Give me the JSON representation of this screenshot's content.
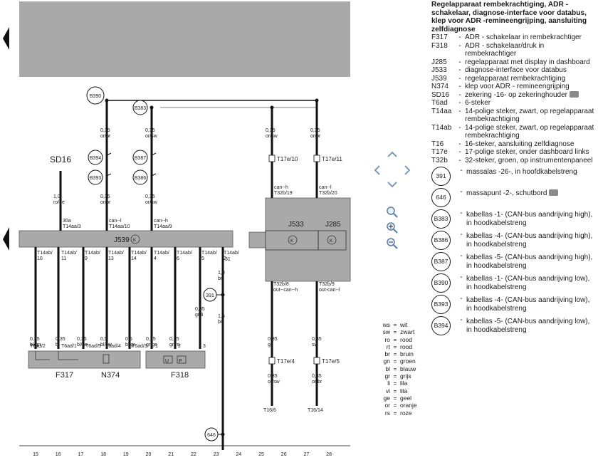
{
  "legend": {
    "title": "Regelapparaat rembekrachtiging, ADR - schakelaar, diagnose-interface voor databus, klep voor ADR -remineengrijping, aansluiting zelfdiagnose",
    "items": [
      {
        "code": "F317",
        "desc": "ADR - schakelaar in rembekrachtiger",
        "camera": false
      },
      {
        "code": "F318",
        "desc": "ADR - schakelaar/druk in rembekrachtiger",
        "camera": false
      },
      {
        "code": "J285",
        "desc": "regelapparaat met display in dashboard",
        "camera": false
      },
      {
        "code": "J533",
        "desc": "diagnose-interface voor databus",
        "camera": false
      },
      {
        "code": "J539",
        "desc": "regelapparaat rembekrachtiging",
        "camera": false
      },
      {
        "code": "N374",
        "desc": "klep voor ADR - remineengrijping",
        "camera": false
      },
      {
        "code": "SD16",
        "desc": "zekering -16- op zekeringhouder",
        "camera": true
      },
      {
        "code": "T6ad",
        "desc": "6-steker",
        "camera": false
      },
      {
        "code": "T14aa",
        "desc": "14-polige steker, zwart, op regelapparaat rembekrachtiging",
        "camera": false
      },
      {
        "code": "T14ab",
        "desc": "14-polige steker, zwart, op regelapparaat rembekrachtiging",
        "camera": false
      },
      {
        "code": "T16",
        "desc": "16-steker, aansluiting zelfdiagnose",
        "camera": false
      },
      {
        "code": "T17e",
        "desc": "17-polige steker, onder dashboard links",
        "camera": false
      },
      {
        "code": "T32b",
        "desc": "32-steker, groen, op instrumentenpaneel",
        "camera": false
      }
    ],
    "circles": [
      {
        "code": "391",
        "desc": "massalas -26-, in hoofdkabelstreng",
        "camera": false
      },
      {
        "code": "646",
        "desc": "massapunt -2-, schutbord",
        "camera": true
      },
      {
        "code": "B383",
        "desc": "kabellas -1- (CAN-bus aandrijving high), in hoodkabelstreng",
        "camera": false
      },
      {
        "code": "B386",
        "desc": "kabellas -4- (CAN-bus aandrijving high), in hoodkabelstreng",
        "camera": false
      },
      {
        "code": "B387",
        "desc": "kabellas -5- (CAN-bus aandrijving high), in hoodkabelstreng",
        "camera": false
      },
      {
        "code": "B390",
        "desc": "kabellas -1- (CAN-bus aandrijving low), in hoodkabelstreng",
        "camera": false
      },
      {
        "code": "B393",
        "desc": "kabellas -4- (CAN-bus aandrijving low), in hoodkabelstreng",
        "camera": false
      },
      {
        "code": "B394",
        "desc": "kabellas -5- (CAN-bus aandrijving low), in hoodkabelstreng",
        "camera": false
      }
    ]
  },
  "colors": [
    {
      "abbr": "ws",
      "name": "wit"
    },
    {
      "abbr": "sw",
      "name": "zwart"
    },
    {
      "abbr": "ro",
      "name": "rood"
    },
    {
      "abbr": "rt",
      "name": "rood"
    },
    {
      "abbr": "br",
      "name": "bruin"
    },
    {
      "abbr": "gn",
      "name": "groen"
    },
    {
      "abbr": "bl",
      "name": "blauw"
    },
    {
      "abbr": "gr",
      "name": "grijs"
    },
    {
      "abbr": "li",
      "name": "lila"
    },
    {
      "abbr": "vi",
      "name": "lila"
    },
    {
      "abbr": "ge",
      "name": "geel"
    },
    {
      "abbr": "or",
      "name": "oranje"
    },
    {
      "abbr": "rs",
      "name": "roze"
    }
  ],
  "diagram": {
    "columns": [
      "15",
      "16",
      "17",
      "18",
      "19",
      "20",
      "21",
      "22",
      "23",
      "24",
      "25",
      "26",
      "27",
      "28"
    ],
    "components": {
      "J539": "J539",
      "J533": "J533",
      "J285": "J285",
      "F317": "F317",
      "N374": "N374",
      "F318": "F318",
      "SD16": "SD16"
    },
    "splices": [
      "B390",
      "B383",
      "B394",
      "B387",
      "B393",
      "B386",
      "391",
      "646"
    ],
    "wire_labels": [
      {
        "l1": "0,35",
        "l2": "or/br"
      },
      {
        "l1": "0,35",
        "l2": "or/sw"
      },
      {
        "l1": "0,35",
        "l2": "or/sw"
      },
      {
        "l1": "0,35",
        "l2": "or/br"
      },
      {
        "l1": "1,0",
        "l2": "ro/ge"
      },
      {
        "l1": "0,35",
        "l2": "or/br"
      },
      {
        "l1": "0,35",
        "l2": "or/sw"
      },
      {
        "l1": "0,35",
        "l2": "bl/gn"
      },
      {
        "l1": "0,35",
        "l2": "bl"
      },
      {
        "l1": "0,35",
        "l2": "bl/ge"
      },
      {
        "l1": "0,5",
        "l2": "bl/sw"
      },
      {
        "l1": "0,5",
        "l2": "bl/gr"
      },
      {
        "l1": "0,35",
        "l2": "gr/ge"
      },
      {
        "l1": "0,35",
        "l2": "gr/ro"
      },
      {
        "l1": "0,35",
        "l2": "gr/li"
      },
      {
        "l1": "1,0",
        "l2": "br"
      },
      {
        "l1": "1,5",
        "l2": "br"
      },
      {
        "l1": "0,35",
        "l2": "gn"
      },
      {
        "l1": "0,35",
        "l2": "sw"
      },
      {
        "l1": "0,35",
        "l2": "or/sw"
      },
      {
        "l1": "0,35",
        "l2": "or/br"
      }
    ],
    "pin_labels": [
      {
        "l1": "30a",
        "l2": "T14aa/3"
      },
      {
        "l1": "can--l",
        "l2": "T14aa/10"
      },
      {
        "l1": "can--h",
        "l2": "T14aa/9"
      },
      {
        "l1": "T14ab/",
        "l2": "10"
      },
      {
        "l1": "T14ab/",
        "l2": "11"
      },
      {
        "l1": "T14ab/",
        "l2": "9"
      },
      {
        "l1": "T14ab/",
        "l2": "13"
      },
      {
        "l1": "T14ab/",
        "l2": "14"
      },
      {
        "l1": "T14ab/",
        "l2": "4"
      },
      {
        "l1": "T14ab/",
        "l2": "6"
      },
      {
        "l1": "T14ab/",
        "l2": "5"
      },
      {
        "l1": "T14ab/",
        "l2": "2"
      },
      {
        "l1": "31",
        "l2": ""
      },
      {
        "l1": "can--h",
        "l2": "T32b/19"
      },
      {
        "l1": "can--l",
        "l2": "T32b/20"
      },
      {
        "l1": "T32b/8",
        "l2": "out--can--h"
      },
      {
        "l1": "T32b/9",
        "l2": "out-can--l"
      },
      {
        "l1": "T6ad/2",
        "l2": ""
      },
      {
        "l1": "T6ad/1",
        "l2": ""
      },
      {
        "l1": "T6ad/5",
        "l2": ""
      },
      {
        "l1": "T6ad/4",
        "l2": ""
      },
      {
        "l1": "T6ad/3",
        "l2": ""
      },
      {
        "l1": "1",
        "l2": ""
      },
      {
        "l1": "2",
        "l2": ""
      },
      {
        "l1": "3",
        "l2": ""
      }
    ],
    "connectors": [
      {
        "code": "T17e/10"
      },
      {
        "code": "T17e/11"
      },
      {
        "code": "T17e/4"
      },
      {
        "code": "T17e/5"
      }
    ],
    "t16": [
      {
        "code": "T16/6"
      },
      {
        "code": "T16/14"
      }
    ]
  }
}
